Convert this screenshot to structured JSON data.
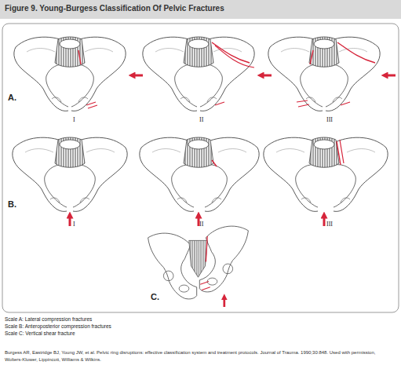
{
  "diagram": {
    "title": "Figure 9. Young-Burgess Classification Of Pelvic Fractures",
    "caption": "Burgess AR, Eastridge BJ, Young JW, et al. Pelvic ring disruptions: effective classification system and treatment protocols. Journal of Trauma. 1990;30:848. Used with permission, Wolters-Kluwer, Lippincott, Williams & Wilkins.",
    "labels": [
      "A.",
      "I",
      "II",
      "III",
      "B.",
      "I",
      "II",
      "III",
      "C.",
      "Scale A: Lateral compression fractures",
      "Scale B: Anteroposterior compression fractures",
      "Scale C: Vertical shear fracture"
    ]
  }
}
